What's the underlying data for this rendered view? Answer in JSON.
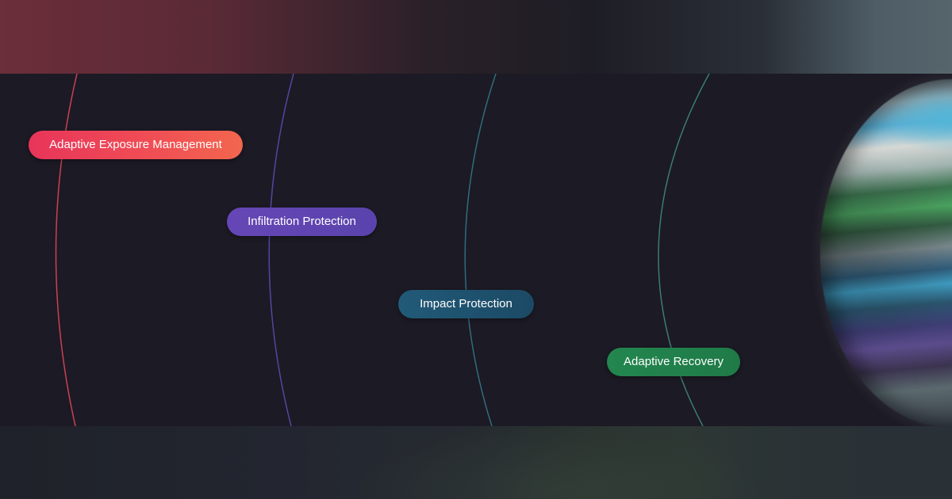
{
  "colors": {
    "background": "#1c1a24",
    "orbit_red": "#c94252",
    "orbit_purple": "#5744a3",
    "orbit_teal": "#2f6d7e",
    "orbit_sea": "#3a7c74"
  },
  "stages": [
    {
      "label": "Adaptive Exposure Management",
      "color": "#ee4257"
    },
    {
      "label": "Infiltration Protection",
      "color": "#6045b2"
    },
    {
      "label": "Impact Protection",
      "color": "#1e5270"
    },
    {
      "label": "Adaptive Recovery",
      "color": "#21804b"
    }
  ],
  "decor": {
    "planet": "striped-sphere"
  }
}
